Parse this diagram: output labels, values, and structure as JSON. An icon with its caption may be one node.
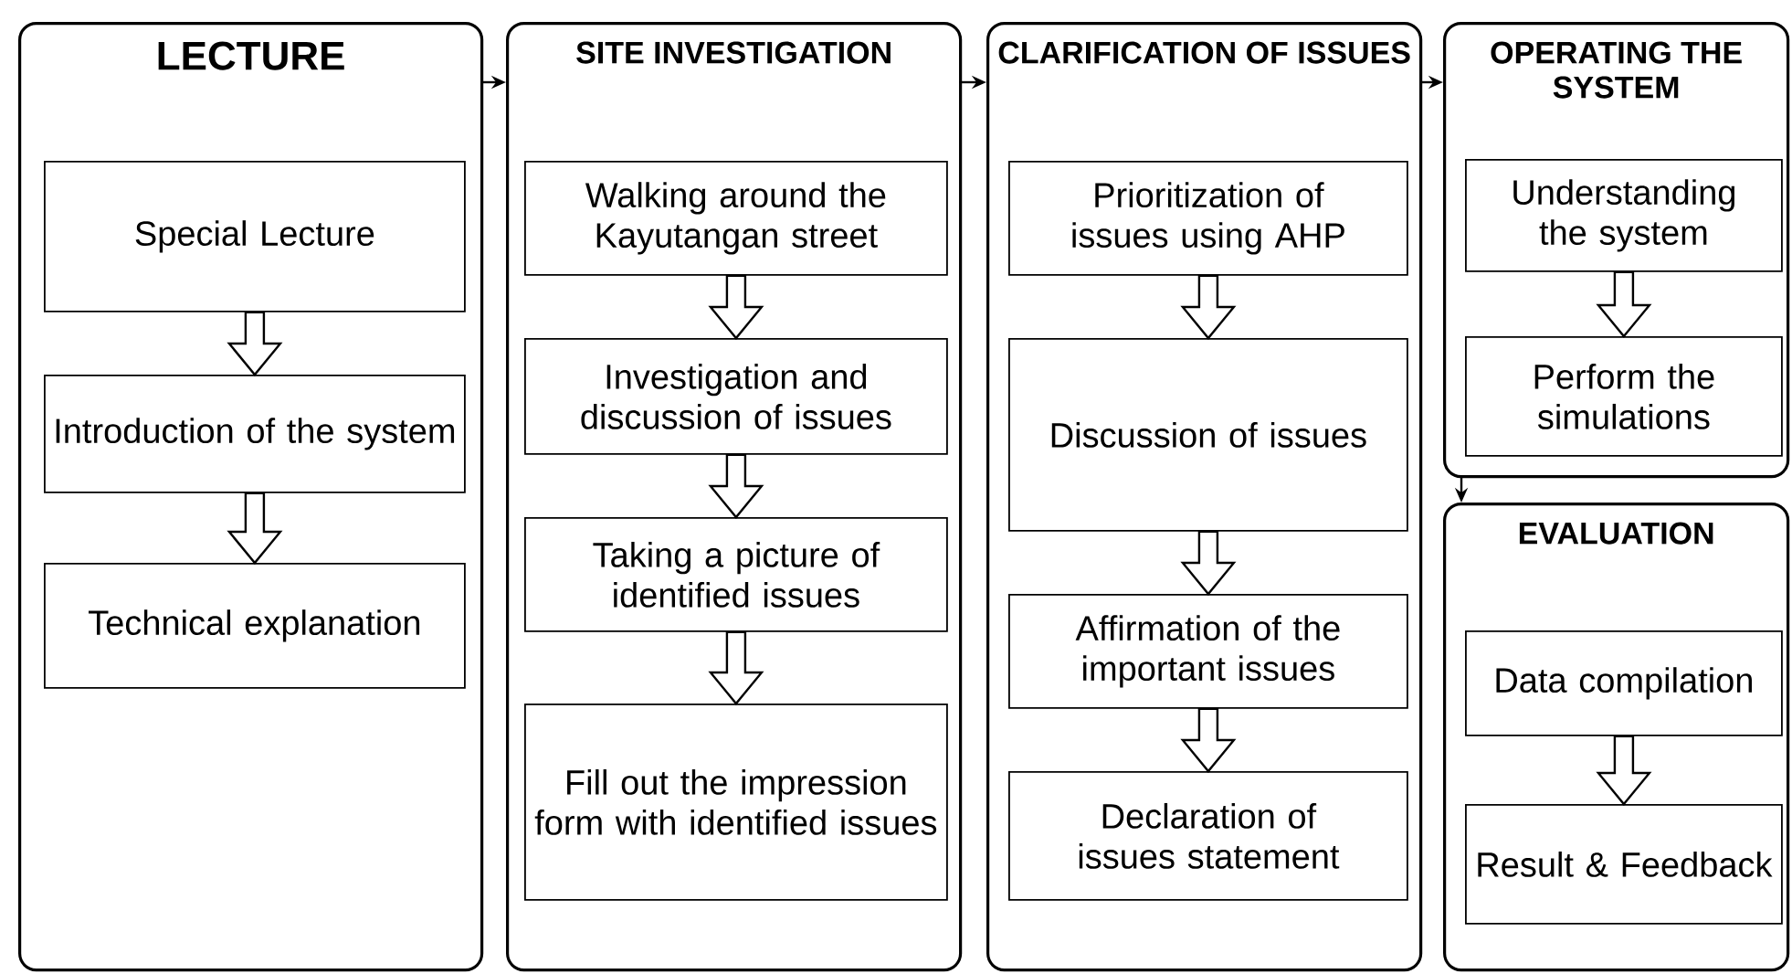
{
  "diagram": {
    "nodes": [
      {
        "text": [
          "LECTURE"
        ]
      },
      {
        "text": [
          "Special Lecture"
        ],
        "in": 0
      },
      {
        "text": [
          "Introduction of the system"
        ],
        "in": 0
      },
      {
        "text": [
          "Technical explanation"
        ],
        "in": 0
      },
      {
        "text": [
          "SITE INVESTIGATION"
        ]
      },
      {
        "text": [
          "Walking around the Kayutangan street"
        ],
        "in": 4
      },
      {
        "text": [
          "Investigation and discussion of issues"
        ],
        "in": 4
      },
      {
        "text": [
          "Taking a picture of identified issues"
        ],
        "in": 4
      },
      {
        "text": [
          "Fill out the impression form with identified issues"
        ],
        "in": 4
      },
      {
        "text": [
          "CLARIFICATION OF ISSUES"
        ]
      },
      {
        "text": [
          "Prioritization of issues using AHP"
        ],
        "in": 9
      },
      {
        "text": [
          "Discussion of issues"
        ],
        "in": 9
      },
      {
        "text": [
          "Affirmation of the important issues"
        ],
        "in": 9
      },
      {
        "text": [
          "Declaration of issues statement"
        ],
        "in": 9
      },
      {
        "text": [
          "OPERATING THE SYSTEM"
        ]
      },
      {
        "text": [
          "Understanding the system"
        ],
        "in": 14
      },
      {
        "text": [
          "Perform the simulations"
        ],
        "in": 14
      },
      {
        "text": [
          "EVALUATION"
        ]
      },
      {
        "text": [
          "Data compilation"
        ],
        "in": 17
      },
      {
        "text": [
          "Result & Feedback"
        ],
        "in": 17
      }
    ],
    "edges": [
      {
        "from": 0,
        "to": 4,
        "arrow": "to"
      },
      {
        "from": 4,
        "to": 9,
        "arrow": "to"
      },
      {
        "from": 9,
        "to": 14,
        "arrow": "to"
      },
      {
        "from": 14,
        "to": 17,
        "arrow": "to"
      },
      {
        "from": 1,
        "to": 2,
        "arrow": "to"
      },
      {
        "from": 2,
        "to": 3,
        "arrow": "to"
      },
      {
        "from": 5,
        "to": 6,
        "arrow": "to"
      },
      {
        "from": 6,
        "to": 7,
        "arrow": "to"
      },
      {
        "from": 7,
        "to": 8,
        "arrow": "to"
      },
      {
        "from": 10,
        "to": 11,
        "arrow": "to"
      },
      {
        "from": 11,
        "to": 12,
        "arrow": "to"
      },
      {
        "from": 12,
        "to": 13,
        "arrow": "to"
      },
      {
        "from": 15,
        "to": 16,
        "arrow": "to"
      },
      {
        "from": 18,
        "to": 19,
        "arrow": "to"
      }
    ]
  }
}
